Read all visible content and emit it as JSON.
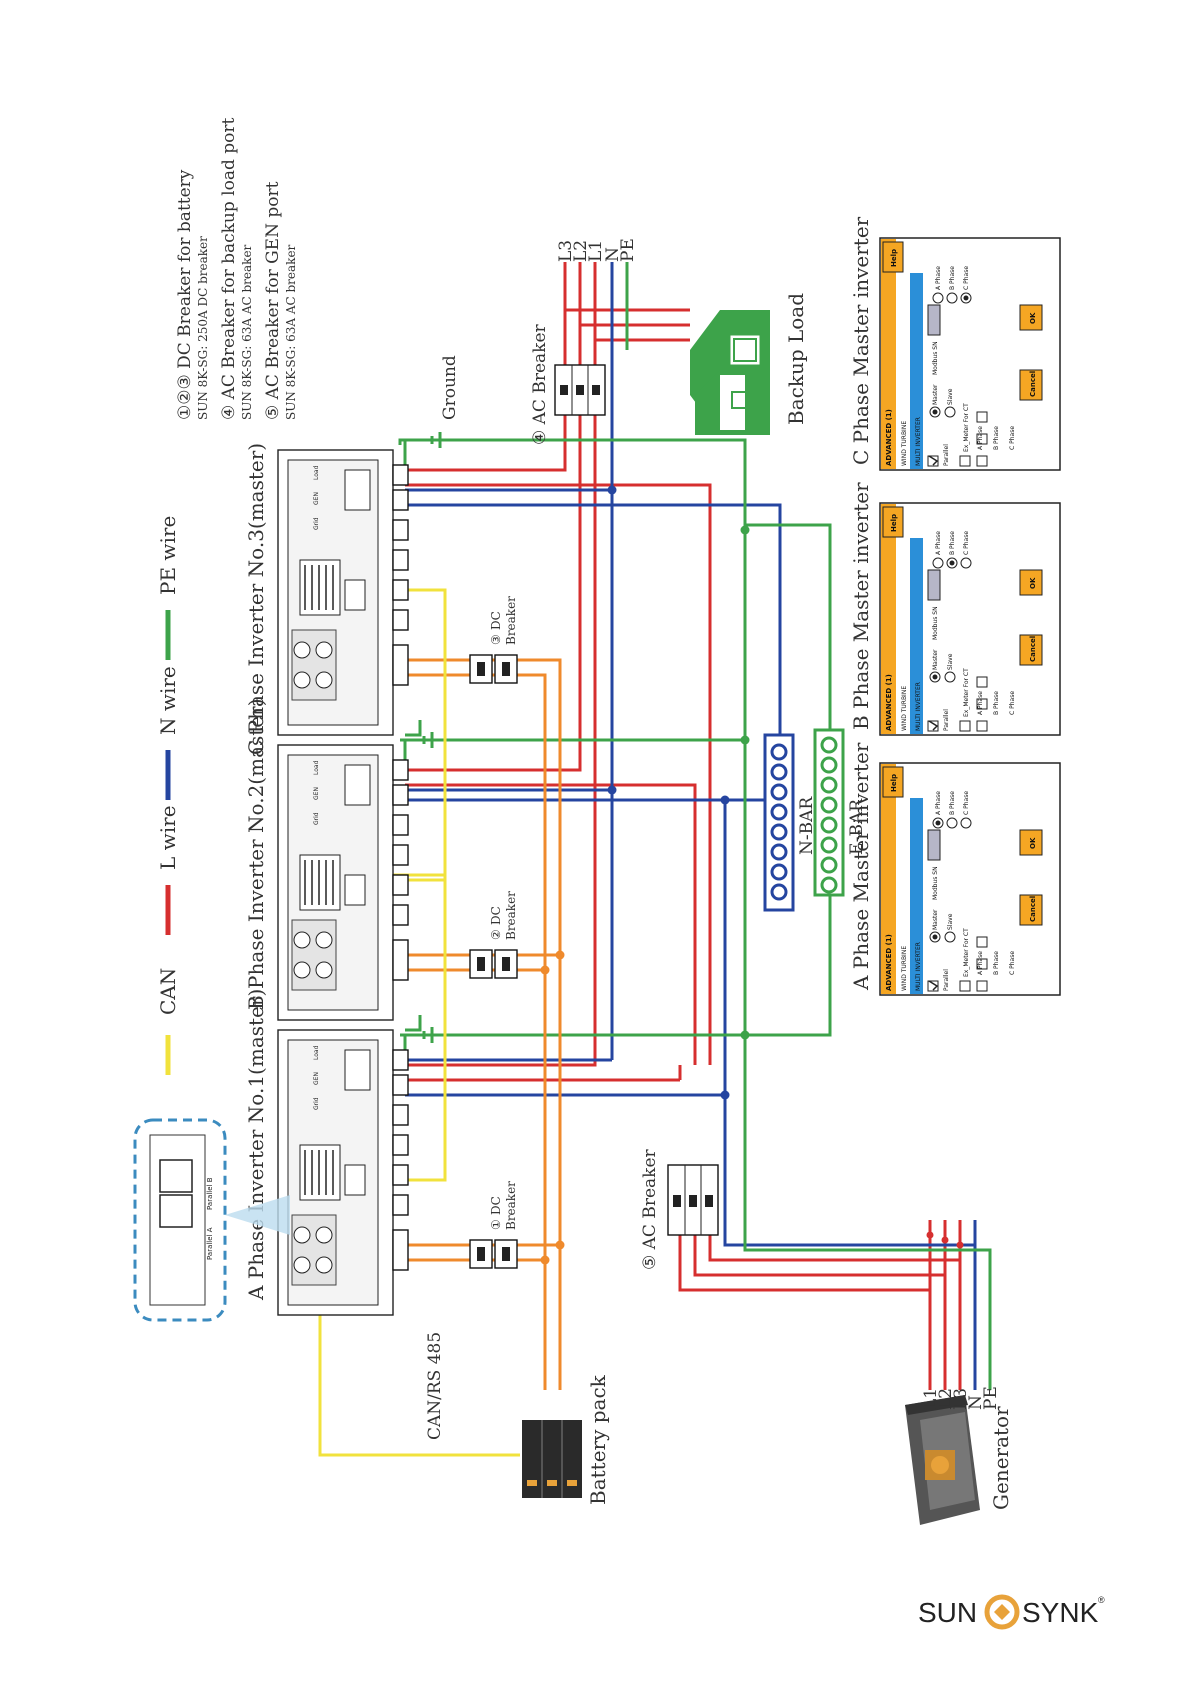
{
  "legend": {
    "items": [
      {
        "label": "CAN",
        "color": "#f1e23c"
      },
      {
        "label": "L wire",
        "color": "#d62f2f"
      },
      {
        "label": "N wire",
        "color": "#2545a0"
      },
      {
        "label": "PE wire",
        "color": "#3da34a"
      }
    ]
  },
  "notes": {
    "dc_breaker": "①②③ DC Breaker for battery",
    "dc_breaker_spec": "SUN 8K-SG: 250A DC breaker",
    "ac_backup": "④ AC Breaker for backup load port",
    "ac_backup_spec": "SUN 8K-SG: 63A AC breaker",
    "ac_gen": "⑤ AC Breaker for GEN port",
    "ac_gen_spec": "SUN 8K-SG: 63A AC breaker"
  },
  "inverters": [
    {
      "label": "A Phase Inverter No.1(master)"
    },
    {
      "label": "B Phase Inverter No.2(master)"
    },
    {
      "label": "C Phase Inverter No.3(master)"
    }
  ],
  "inverter_board": {
    "grid": "Grid",
    "gen": "GEN",
    "load": "Load"
  },
  "dc_breakers": [
    {
      "number": "①",
      "label": "DC",
      "sub": "Breaker"
    },
    {
      "number": "②",
      "label": "DC",
      "sub": "Breaker"
    },
    {
      "number": "③",
      "label": "DC",
      "sub": "Breaker"
    }
  ],
  "ac_breaker_backup": "④ AC Breaker",
  "ac_breaker_gen": "⑤ AC Breaker",
  "ground": "Ground",
  "backup_load": "Backup Load",
  "load_lines": [
    "L3",
    "L2",
    "L1",
    "N",
    "PE"
  ],
  "generator": {
    "label": "Generator",
    "lines": [
      "L1",
      "L2",
      "L3",
      "N",
      "PE"
    ]
  },
  "battery": "Battery pack",
  "can_rs485": "CAN/RS 485",
  "nbar": "N-BAR",
  "ebar": "E-BAR",
  "parallel_port": {
    "a": "Parallel A",
    "b": "Parallel B"
  },
  "screens": [
    {
      "title": "A Phase Master inverter",
      "header": "ADVANCED (1)",
      "help": "Help",
      "tab1": "WIND TURBINE",
      "tab2": "MULTI INVERTER",
      "parallel": "Parallel",
      "master": "Master",
      "slave": "Slave",
      "modbus": "Modbus SN",
      "ex_meter": "Ex_Meter For CT",
      "phases": [
        "A Phase",
        "B Phase",
        "C Phase"
      ],
      "selected_phase": "A Phase",
      "cancel": "Cancel",
      "ok": "OK"
    },
    {
      "title": "B Phase Master inverter",
      "header": "ADVANCED (1)",
      "help": "Help",
      "tab1": "WIND TURBINE",
      "tab2": "MULTI INVERTER",
      "parallel": "Parallel",
      "master": "Master",
      "slave": "Slave",
      "modbus": "Modbus SN",
      "ex_meter": "Ex_Meter For CT",
      "phases": [
        "A Phase",
        "B Phase",
        "C Phase"
      ],
      "selected_phase": "B Phase",
      "cancel": "Cancel",
      "ok": "OK"
    },
    {
      "title": "C Phase Master inverter",
      "header": "ADVANCED (1)",
      "help": "Help",
      "tab1": "WIND TURBINE",
      "tab2": "MULTI INVERTER",
      "parallel": "Parallel",
      "master": "Master",
      "slave": "Slave",
      "modbus": "Modbus SN",
      "ex_meter": "Ex_Meter For CT",
      "phases": [
        "A Phase",
        "B Phase",
        "C Phase"
      ],
      "selected_phase": "C Phase",
      "cancel": "Cancel",
      "ok": "OK"
    }
  ],
  "brand": {
    "left": "SUN",
    "right": "SYNK",
    "mark": "®",
    "color": "#e8a23a"
  }
}
